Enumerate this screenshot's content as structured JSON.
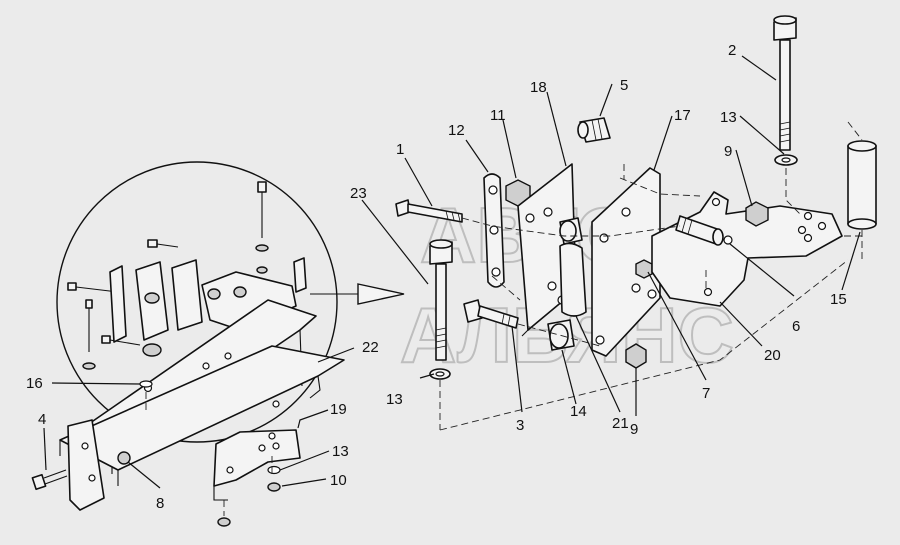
{
  "diagram": {
    "watermark": {
      "line1": "АВТО",
      "line2": "АЛЬЯНС"
    },
    "callouts": [
      {
        "id": "c1",
        "label": "1"
      },
      {
        "id": "c2",
        "label": "2"
      },
      {
        "id": "c3",
        "label": "3"
      },
      {
        "id": "c4",
        "label": "4"
      },
      {
        "id": "c5",
        "label": "5"
      },
      {
        "id": "c6",
        "label": "6"
      },
      {
        "id": "c7",
        "label": "7"
      },
      {
        "id": "c8",
        "label": "8"
      },
      {
        "id": "c9a",
        "label": "9"
      },
      {
        "id": "c9b",
        "label": "9"
      },
      {
        "id": "c10",
        "label": "10"
      },
      {
        "id": "c11",
        "label": "11"
      },
      {
        "id": "c12",
        "label": "12"
      },
      {
        "id": "c13a",
        "label": "13"
      },
      {
        "id": "c13b",
        "label": "13"
      },
      {
        "id": "c13c",
        "label": "13"
      },
      {
        "id": "c14",
        "label": "14"
      },
      {
        "id": "c15",
        "label": "15"
      },
      {
        "id": "c16",
        "label": "16"
      },
      {
        "id": "c17",
        "label": "17"
      },
      {
        "id": "c18",
        "label": "18"
      },
      {
        "id": "c19",
        "label": "19"
      },
      {
        "id": "c20",
        "label": "20"
      },
      {
        "id": "c21",
        "label": "21"
      },
      {
        "id": "c22",
        "label": "22"
      },
      {
        "id": "c23",
        "label": "23"
      }
    ]
  }
}
